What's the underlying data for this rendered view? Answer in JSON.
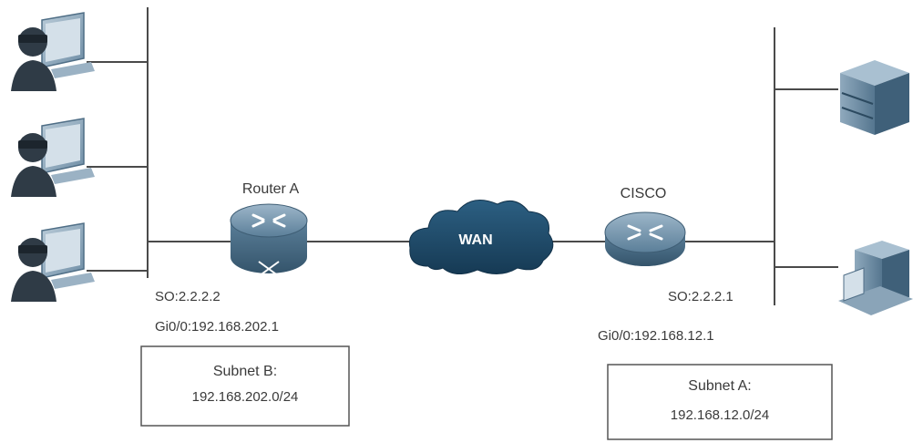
{
  "left_site": {
    "router_label": "Router A",
    "serial_interface": "SO:2.2.2.2",
    "gi_interface": "Gi0/0:192.168.202.1",
    "subnet_title": "Subnet B:",
    "subnet_value": "192.168.202.0/24"
  },
  "wan": {
    "label": "WAN"
  },
  "right_site": {
    "router_label": "CISCO",
    "serial_interface": "SO:2.2.2.1",
    "gi_interface": "Gi0/0:192.168.12.1",
    "subnet_title": "Subnet A:",
    "subnet_value": "192.168.12.0/24"
  },
  "colors": {
    "router": "#5b7f99",
    "cloud": "#1e4a68",
    "device": "#6a8aa3",
    "user": "#2f3b46"
  }
}
